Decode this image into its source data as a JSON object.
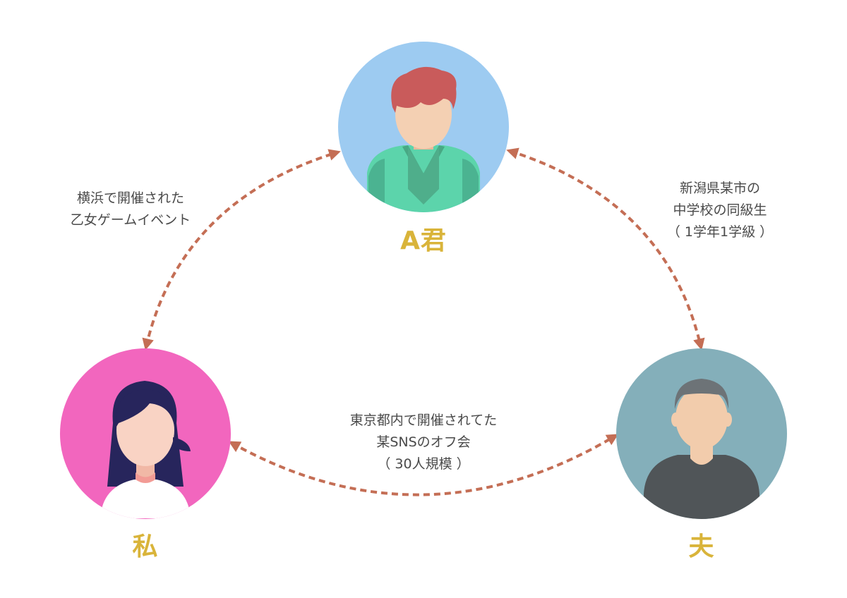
{
  "colors": {
    "name_text": "#d9b43a",
    "arrow": "#c46e55",
    "person_a_bg": "#9dcbf1",
    "me_bg": "#f266be",
    "husband_bg": "#84afba"
  },
  "people": {
    "person_a": {
      "name": "A君",
      "icon": "man-with-red-hair-avatar"
    },
    "me": {
      "name": "私",
      "icon": "woman-with-long-dark-hair-avatar"
    },
    "husband": {
      "name": "夫",
      "icon": "man-with-gray-hair-avatar"
    }
  },
  "relations": {
    "me_person_a": {
      "lines": [
        "横浜で開催された",
        "乙女ゲームイベント"
      ]
    },
    "person_a_husband": {
      "lines": [
        "新潟県某市の",
        "中学校の同級生",
        "（ 1学年1学級 ）"
      ]
    },
    "me_husband": {
      "lines": [
        "東京都内で開催されてた",
        "某SNSのオフ会",
        "（ 30人規模 ）"
      ]
    }
  }
}
